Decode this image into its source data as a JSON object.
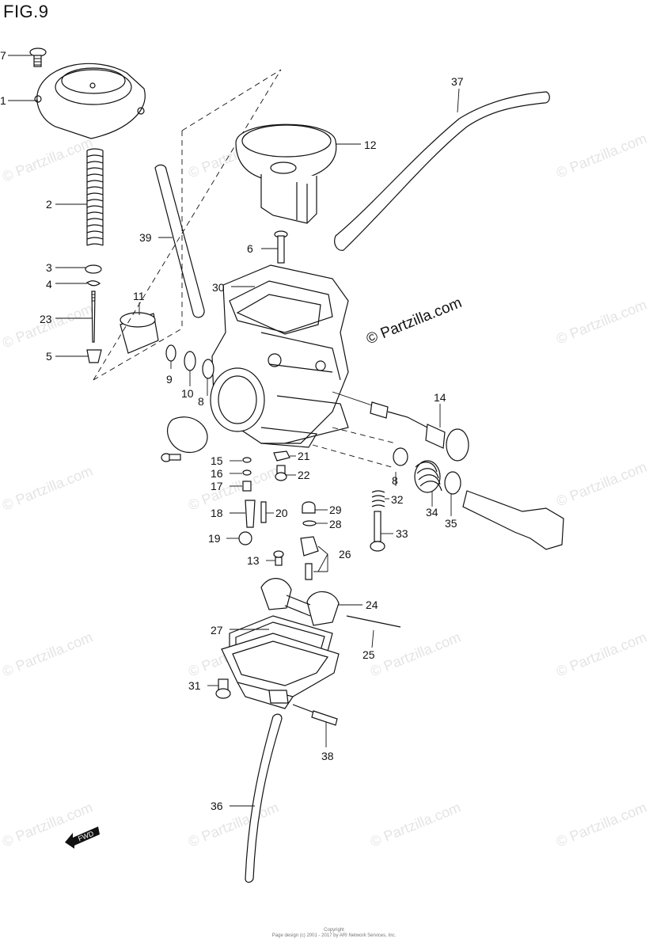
{
  "figure": {
    "title": "FIG.9"
  },
  "watermark": {
    "text": "© Partzilla.com",
    "main_text": "© Partzilla.com"
  },
  "fwd_label": "FWD",
  "footer": {
    "line1": "Copyright",
    "line2": "Page design (c) 2001 - 2017 by ARI Network Services, Inc."
  },
  "callouts": [
    "7",
    "1",
    "2",
    "3",
    "4",
    "23",
    "5",
    "39",
    "11",
    "9",
    "10",
    "8",
    "12",
    "6",
    "30",
    "37",
    "14",
    "8",
    "32",
    "34",
    "35",
    "33",
    "21",
    "22",
    "15",
    "16",
    "17",
    "18",
    "20",
    "29",
    "28",
    "19",
    "26",
    "13",
    "24",
    "27",
    "25",
    "31",
    "38",
    "36"
  ]
}
